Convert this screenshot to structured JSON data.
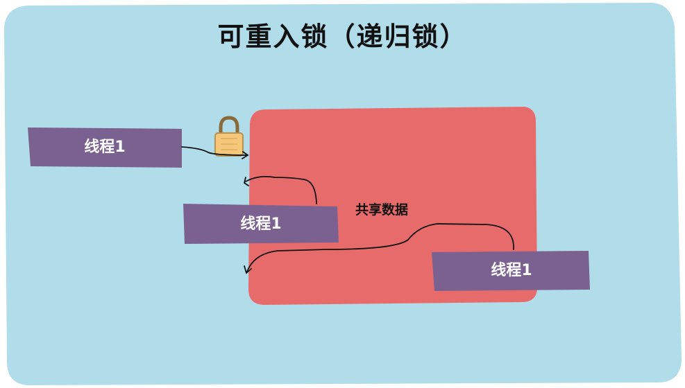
{
  "title": "可重入锁（递归锁）",
  "shared_data": {
    "label": "共享数据"
  },
  "threads": [
    {
      "label": "线程1"
    },
    {
      "label": "线程1"
    },
    {
      "label": "线程1"
    }
  ],
  "colors": {
    "background": "#b1dcea",
    "shared_region": "#e86b6b",
    "thread_box": "#7a6190",
    "lock": "#f5c77a",
    "arrow": "#111111"
  },
  "icons": {
    "lock": "padlock-icon"
  }
}
